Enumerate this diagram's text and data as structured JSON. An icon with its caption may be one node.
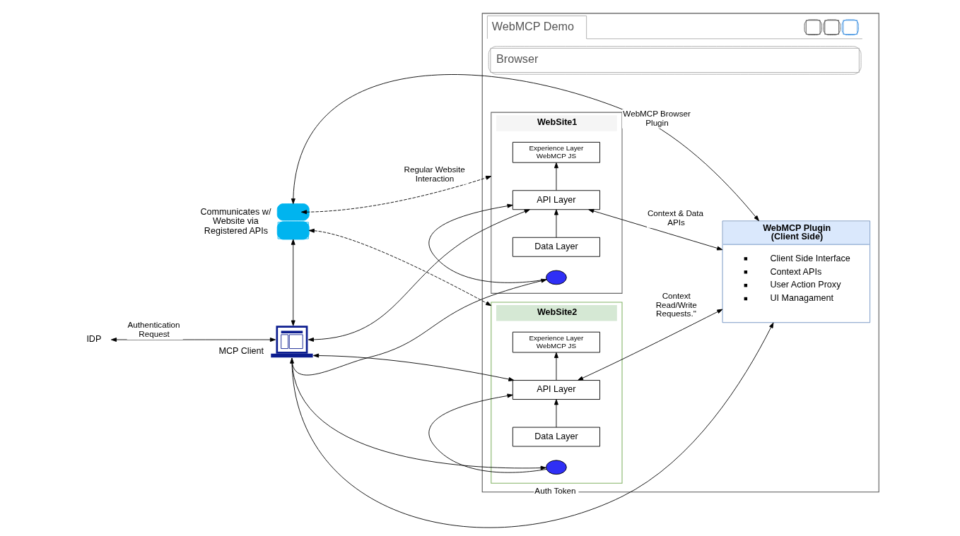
{
  "diagram": {
    "nodes": [
      {
        "text": [
          "WebMCP Demo",
          "Browser"
        ]
      },
      {
        "text": [
          "WebSite1"
        ],
        "in": 0
      },
      {
        "text": [
          "Experience Layer WebMCP JS"
        ],
        "in": 1
      },
      {
        "text": [
          "API Layer"
        ],
        "in": 1
      },
      {
        "text": [
          "Data Layer"
        ],
        "in": 1
      },
      {
        "text": [],
        "shape": "bubble",
        "in": 1
      },
      {
        "text": [
          "WebSite2"
        ],
        "in": 0
      },
      {
        "text": [
          "Experience Layer WebMCP JS"
        ],
        "in": 6
      },
      {
        "text": [
          "API Layer"
        ],
        "in": 6
      },
      {
        "text": [
          "Data Layer"
        ],
        "in": 6
      },
      {
        "text": [],
        "shape": "bubble",
        "in": 6
      },
      {
        "text": [
          "WebMCP Plugin (Client Side)",
          "Client Side Interface",
          "Context APIs",
          "User Action Proxy",
          "UI Managament"
        ],
        "in": 0
      },
      {
        "text": [],
        "shape": "person",
        "beside": [
          "Communicates w/ Website via Registered APIs"
        ]
      },
      {
        "text": [],
        "shape": "laptop",
        "beside": [
          "MCP Client"
        ]
      },
      {
        "text": [
          "IDP"
        ]
      }
    ],
    "edges": [
      {
        "from": 12,
        "to": 11,
        "arrow": "both",
        "label": "WebMCP Browser Plugin"
      },
      {
        "from": 12,
        "to": 1,
        "arrow": "both",
        "style": "dashed",
        "label": "Regular Website Interaction"
      },
      {
        "from": 12,
        "to": 6,
        "arrow": "both",
        "style": "dashed"
      },
      {
        "from": 12,
        "to": 13,
        "arrow": "both"
      },
      {
        "from": 14,
        "to": 13,
        "arrow": "both",
        "label": "Authentication Request"
      },
      {
        "from": 13,
        "to": 3,
        "arrow": "both"
      },
      {
        "from": 13,
        "to": 8,
        "arrow": "both"
      },
      {
        "from": 13,
        "to": 11,
        "arrow": "both",
        "label": "Auth Token"
      },
      {
        "from": 13,
        "to": 10,
        "arrow": "to"
      },
      {
        "from": 13,
        "to": 5,
        "arrow": "to"
      },
      {
        "from": 4,
        "to": 3,
        "arrow": "to"
      },
      {
        "from": 3,
        "to": 2,
        "arrow": "to"
      },
      {
        "from": 5,
        "to": 3,
        "arrow": "to"
      },
      {
        "from": 9,
        "to": 8,
        "arrow": "to"
      },
      {
        "from": 8,
        "to": 7,
        "arrow": "to"
      },
      {
        "from": 10,
        "to": 8,
        "arrow": "to"
      },
      {
        "from": 3,
        "to": 11,
        "arrow": "both",
        "label": "Context & Data APIs"
      },
      {
        "from": 8,
        "to": 11,
        "arrow": "both",
        "label": "Context Read/Write Requests.\""
      }
    ]
  }
}
